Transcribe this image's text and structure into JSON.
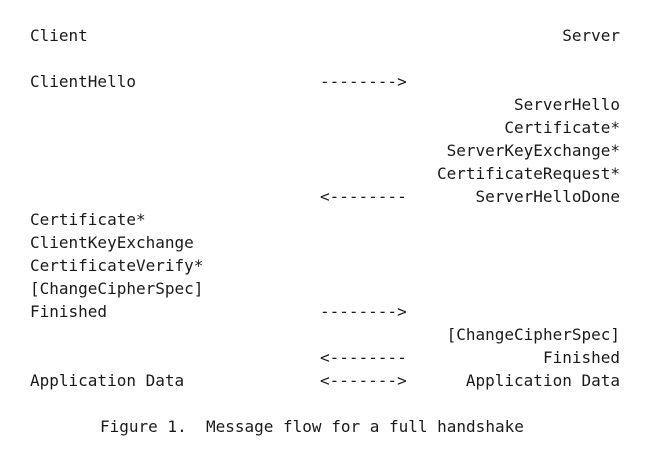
{
  "header": {
    "client": "Client",
    "server": "Server"
  },
  "rows": {
    "client_hello": "ClientHello",
    "arrow_1": "-------->",
    "server_hello": "ServerHello",
    "certificate_srv": "Certificate*",
    "server_key_exchange": "ServerKeyExchange*",
    "certificate_request": "CertificateRequest*",
    "arrow_2": "<--------",
    "server_hello_done": "ServerHelloDone",
    "certificate_cli": "Certificate*",
    "client_key_exchange": "ClientKeyExchange",
    "certificate_verify": "CertificateVerify*",
    "change_cipher_cli": "[ChangeCipherSpec]",
    "finished_cli": "Finished",
    "arrow_3": "-------->",
    "change_cipher_srv": "[ChangeCipherSpec]",
    "arrow_4": "<--------",
    "finished_srv": "Finished",
    "app_data_cli": "Application Data",
    "arrow_5": "<------->",
    "app_data_srv": "Application Data"
  },
  "caption": "Figure 1.  Message flow for a full handshake"
}
